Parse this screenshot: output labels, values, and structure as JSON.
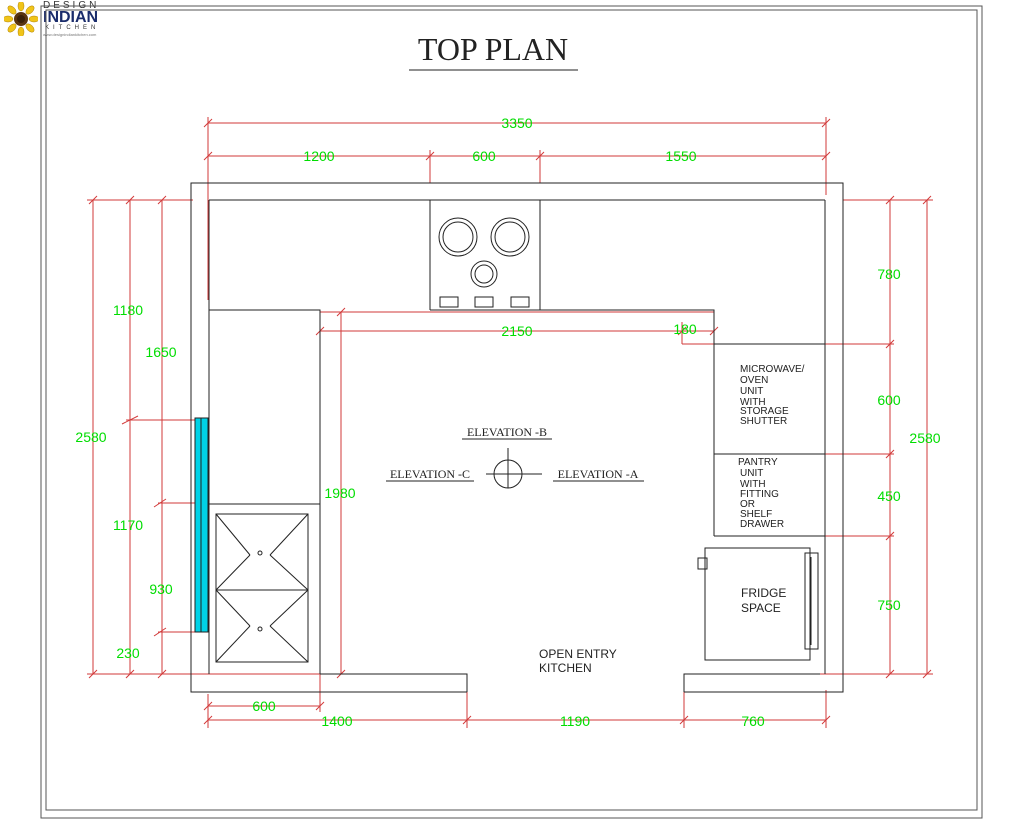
{
  "brand": {
    "line1": "DESIGN",
    "line2": "INDIAN",
    "line3": "KITCHEN",
    "url": "www.designindiankitchen.com"
  },
  "drawing": {
    "title": "TOP PLAN",
    "elevations": {
      "a": "ELEVATION -A",
      "b": "ELEVATION -B",
      "c": "ELEVATION -C"
    },
    "rooms": {
      "microwave_lines": [
        "MICROWAVE/",
        "OVEN",
        "UNIT",
        "WITH",
        "STORAGE",
        "SHUTTER"
      ],
      "pantry_lines": [
        "PANTRY",
        "UNIT",
        "WITH",
        "FITTING",
        "OR",
        "SHELF",
        "DRAWER"
      ],
      "fridge_lines": [
        "FRIDGE",
        "SPACE"
      ],
      "entry_lines": [
        "OPEN ENTRY",
        "KITCHEN"
      ]
    },
    "dimensions": {
      "top_total": "3350",
      "top_left": "1200",
      "top_mid": "600",
      "top_right": "1550",
      "inner_width": "2150",
      "inner_right": "180",
      "left_total": "2580",
      "left_upper_a": "1180",
      "left_upper_b": "1650",
      "left_mid": "1170",
      "left_sink": "930",
      "left_bottom": "230",
      "inner_depth": "1980",
      "right_total": "2580",
      "right_top": "780",
      "right_microwave": "600",
      "right_pantry": "450",
      "right_fridge": "750",
      "bottom_600": "600",
      "bottom_left": "1400",
      "bottom_mid": "1190",
      "bottom_right": "760"
    },
    "colors": {
      "dimension_line": "#d23a3a",
      "dimension_text": "#00dd00",
      "window": "#00d2e6",
      "wall_line": "#222222"
    }
  }
}
